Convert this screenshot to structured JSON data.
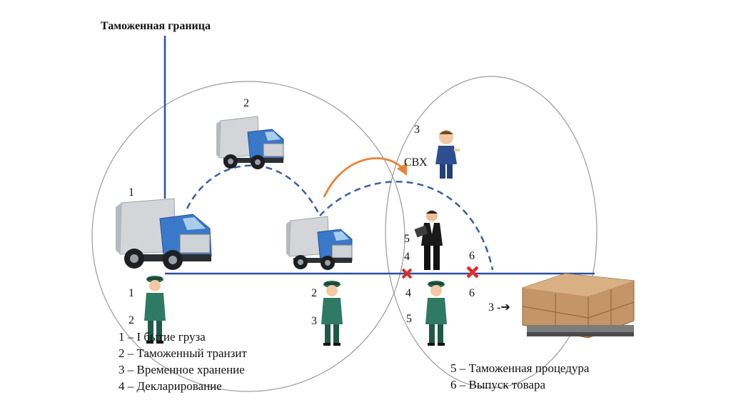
{
  "title": "Таможенная граница",
  "svx_label": "СВХ",
  "numbers": {
    "truck1": "1",
    "truck2_top": "2",
    "officer1_a": "1",
    "officer1_b": "2",
    "officer2_a": "2",
    "officer2_b": "3",
    "worker": "3",
    "inspector_a": "5",
    "inspector_b": "4",
    "officer3_a": "4",
    "officer3_b": "5",
    "cross6_top": "6",
    "cross6_bottom": "6",
    "pallet": "3 -➔"
  },
  "legend_left": [
    "1 – I   бытие груза",
    "2 – Таможенный транзит",
    "3 – Временное хранение",
    "4 –  Декларирование"
  ],
  "legend_right": [
    "5 – Таможенная процедура",
    "6 – Выпуск товара"
  ],
  "icons": [
    "truck-icon",
    "customs-officer-icon",
    "worker-icon",
    "inspector-icon",
    "cross-mark-icon",
    "cargo-pallet-icon"
  ],
  "colors": {
    "line": "#2c4fa3",
    "dashed": "#3a5ea8",
    "arrow": "#e8823a",
    "cross": "#d9302a",
    "truck_cab": "#3a78c9",
    "box": "#c49566"
  }
}
